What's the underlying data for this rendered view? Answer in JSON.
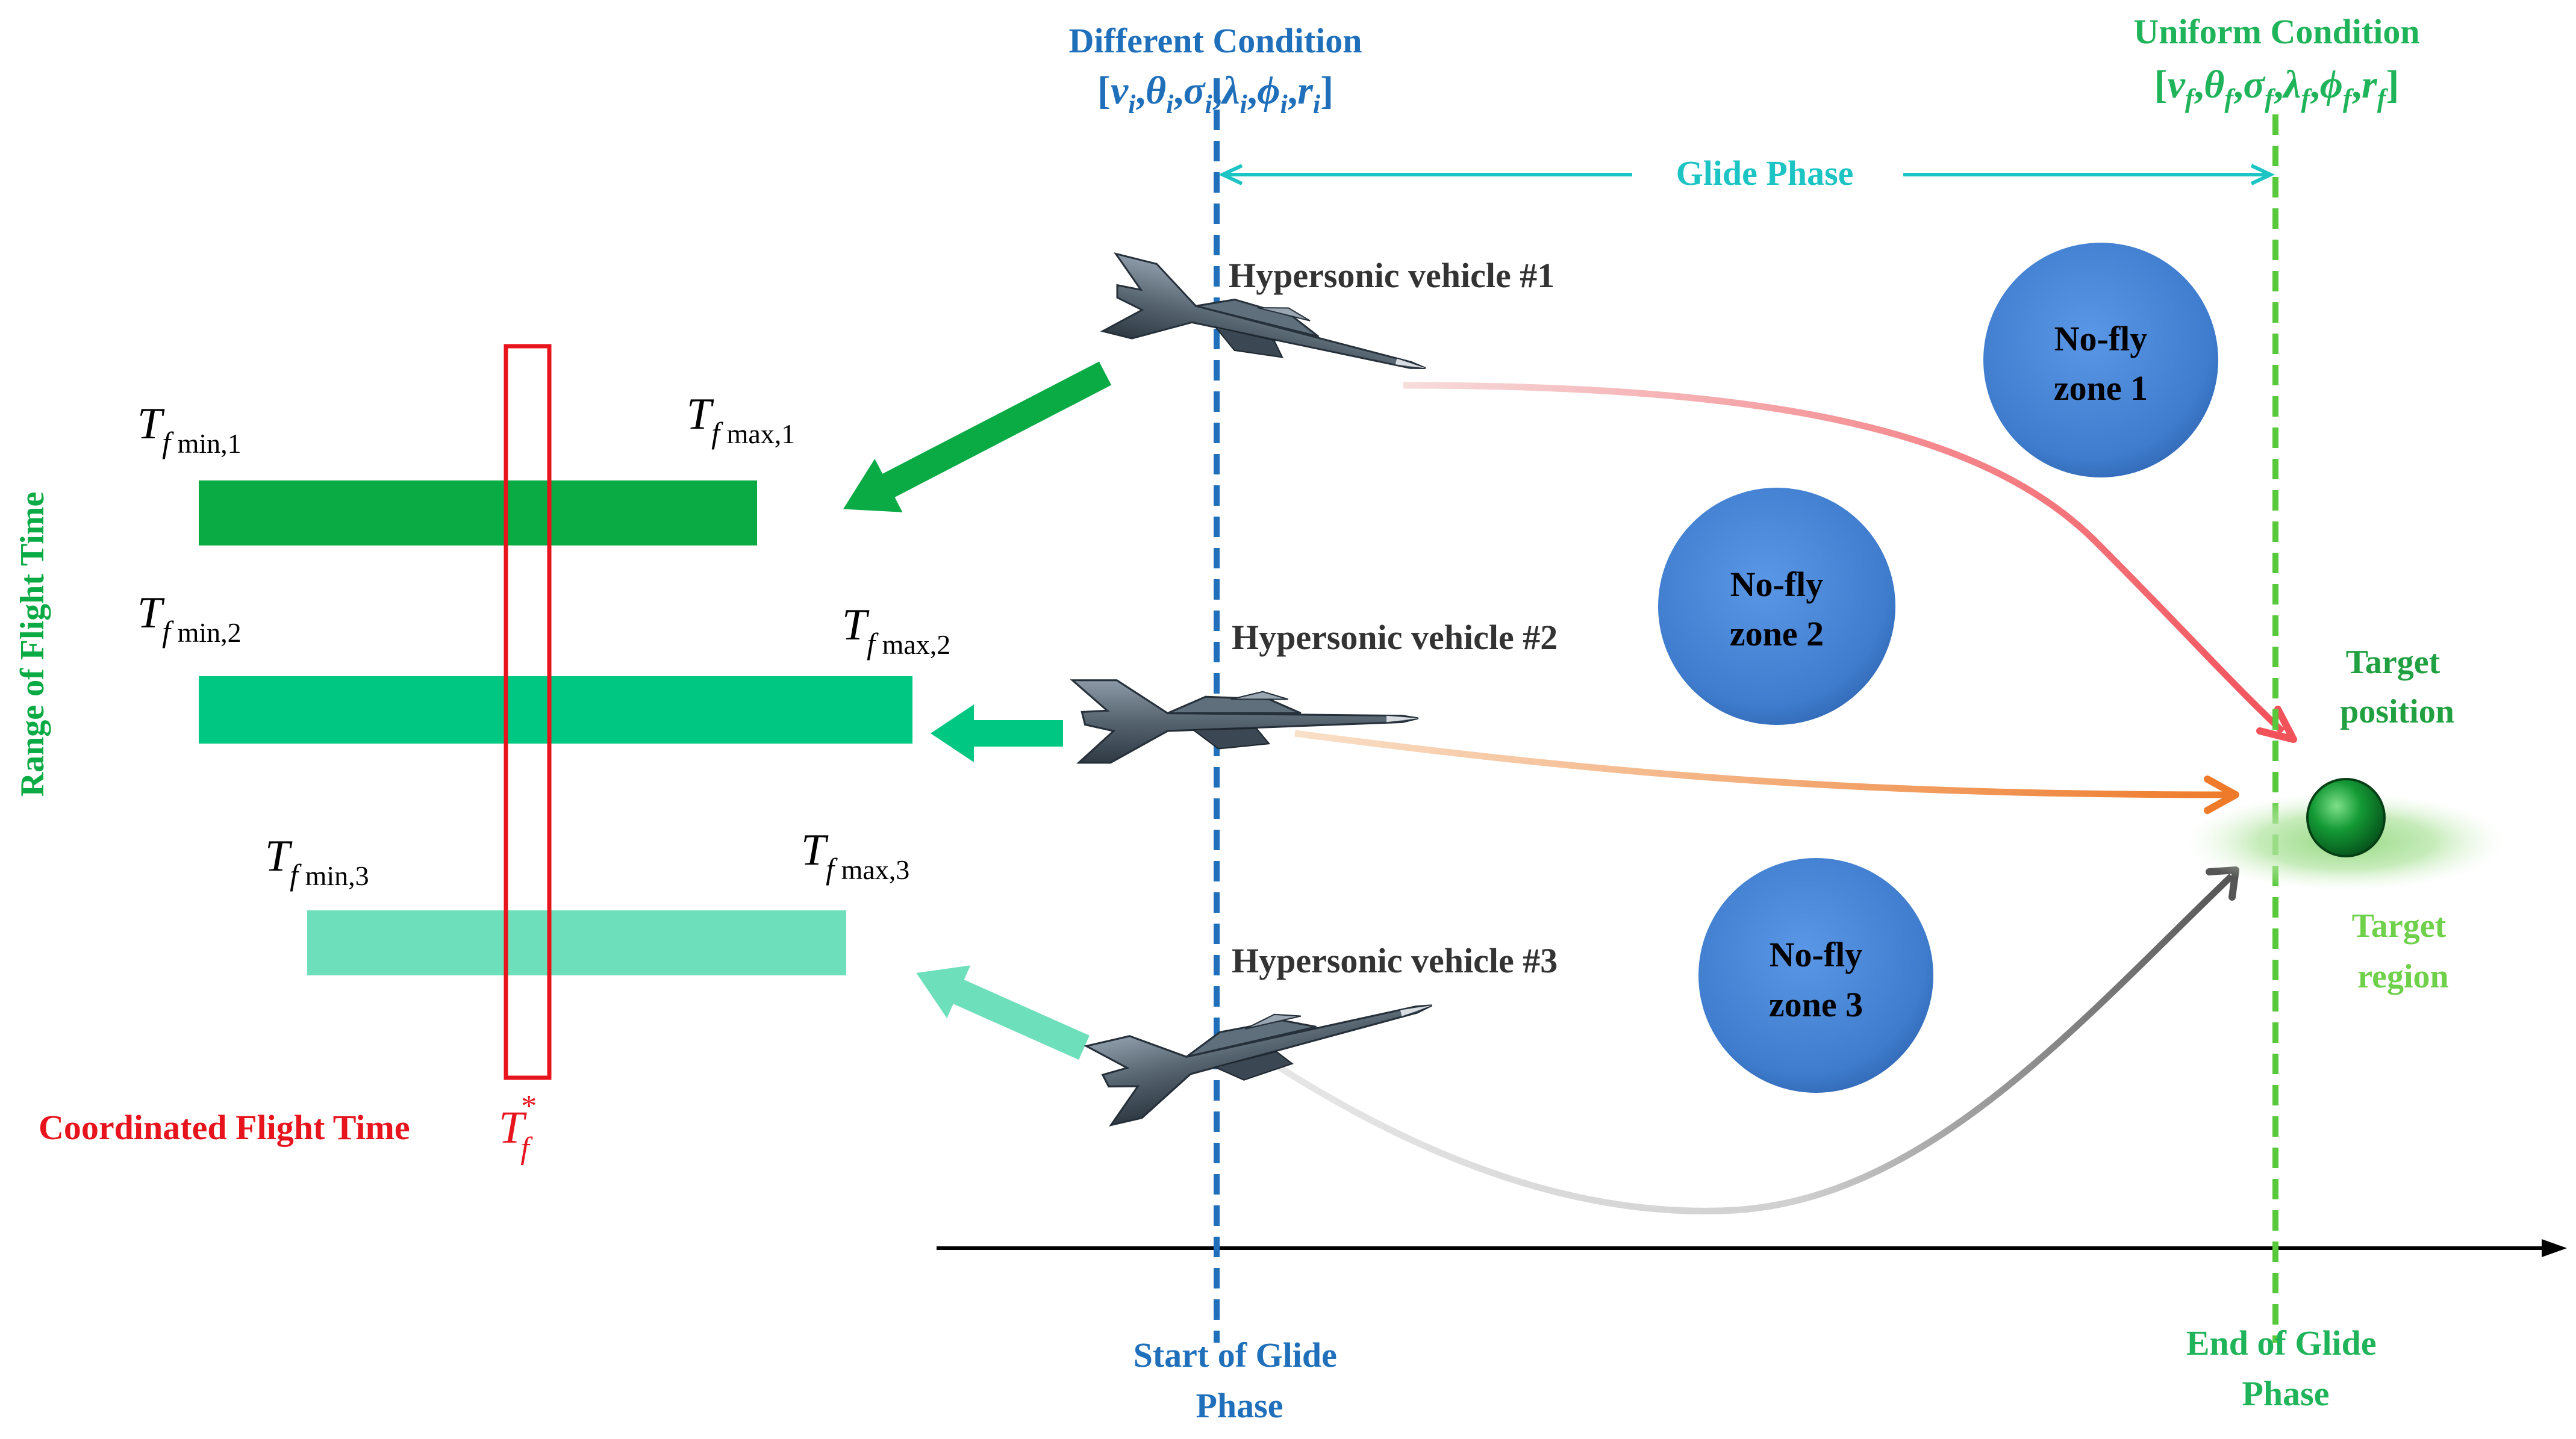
{
  "colors": {
    "blue": "#1f6fba",
    "green_light": "#58c93a",
    "cyan": "#1cc4c4",
    "red": "#e8141d",
    "bar1": "#0aaa45",
    "bar2": "#00c781",
    "bar3": "#6ddfba",
    "zone": "#4a87d6",
    "dark_text": "#333333",
    "target_green": "#20a040"
  },
  "start_condition": {
    "title": "Different Condition",
    "vector": "[v_i, θ_i, σ_i, λ_i, ϕ_i, r_i]",
    "open": "[",
    "close": "]",
    "sep": ",",
    "symbols": [
      "v",
      "θ",
      "σ",
      "λ",
      "ϕ",
      "r"
    ],
    "subscript": "i"
  },
  "end_condition": {
    "title": "Uniform Condition",
    "vector": "[v_f, θ_f, σ_f, λ_f, ϕ_f, r_f]",
    "open": "[",
    "close": "]",
    "sep": ",",
    "symbols": [
      "v",
      "θ",
      "σ",
      "λ",
      "ϕ",
      "r"
    ],
    "subscript": "f"
  },
  "glide_phase_label": "Glide Phase",
  "start_label": [
    "Start of Glide",
    "Phase"
  ],
  "end_label": [
    "End of Glide",
    "Phase"
  ],
  "y_axis_label": "Range of Flight Time",
  "coordinated_label": "Coordinated Flight Time",
  "tf_star": {
    "symbol": "T",
    "sub": "f",
    "sup": "*"
  },
  "vehicles": [
    {
      "label": "Hypersonic vehicle #1"
    },
    {
      "label": "Hypersonic vehicle #2"
    },
    {
      "label": "Hypersonic vehicle #3"
    }
  ],
  "bars": [
    {
      "min": {
        "symbol": "T",
        "sub_var": "f",
        "sub_rest": " min,1"
      },
      "max": {
        "symbol": "T",
        "sub_var": "f",
        "sub_rest": " max,1"
      }
    },
    {
      "min": {
        "symbol": "T",
        "sub_var": "f",
        "sub_rest": " min,2"
      },
      "max": {
        "symbol": "T",
        "sub_var": "f",
        "sub_rest": " max,2"
      }
    },
    {
      "min": {
        "symbol": "T",
        "sub_var": "f",
        "sub_rest": " min,3"
      },
      "max": {
        "symbol": "T",
        "sub_var": "f",
        "sub_rest": " max,3"
      }
    }
  ],
  "zones": [
    {
      "line1": "No-fly",
      "line2": "zone 1"
    },
    {
      "line1": "No-fly",
      "line2": "zone 2"
    },
    {
      "line1": "No-fly",
      "line2": "zone 3"
    }
  ],
  "target_position": [
    "Target",
    "position"
  ],
  "target_region": [
    "Target",
    "region"
  ]
}
